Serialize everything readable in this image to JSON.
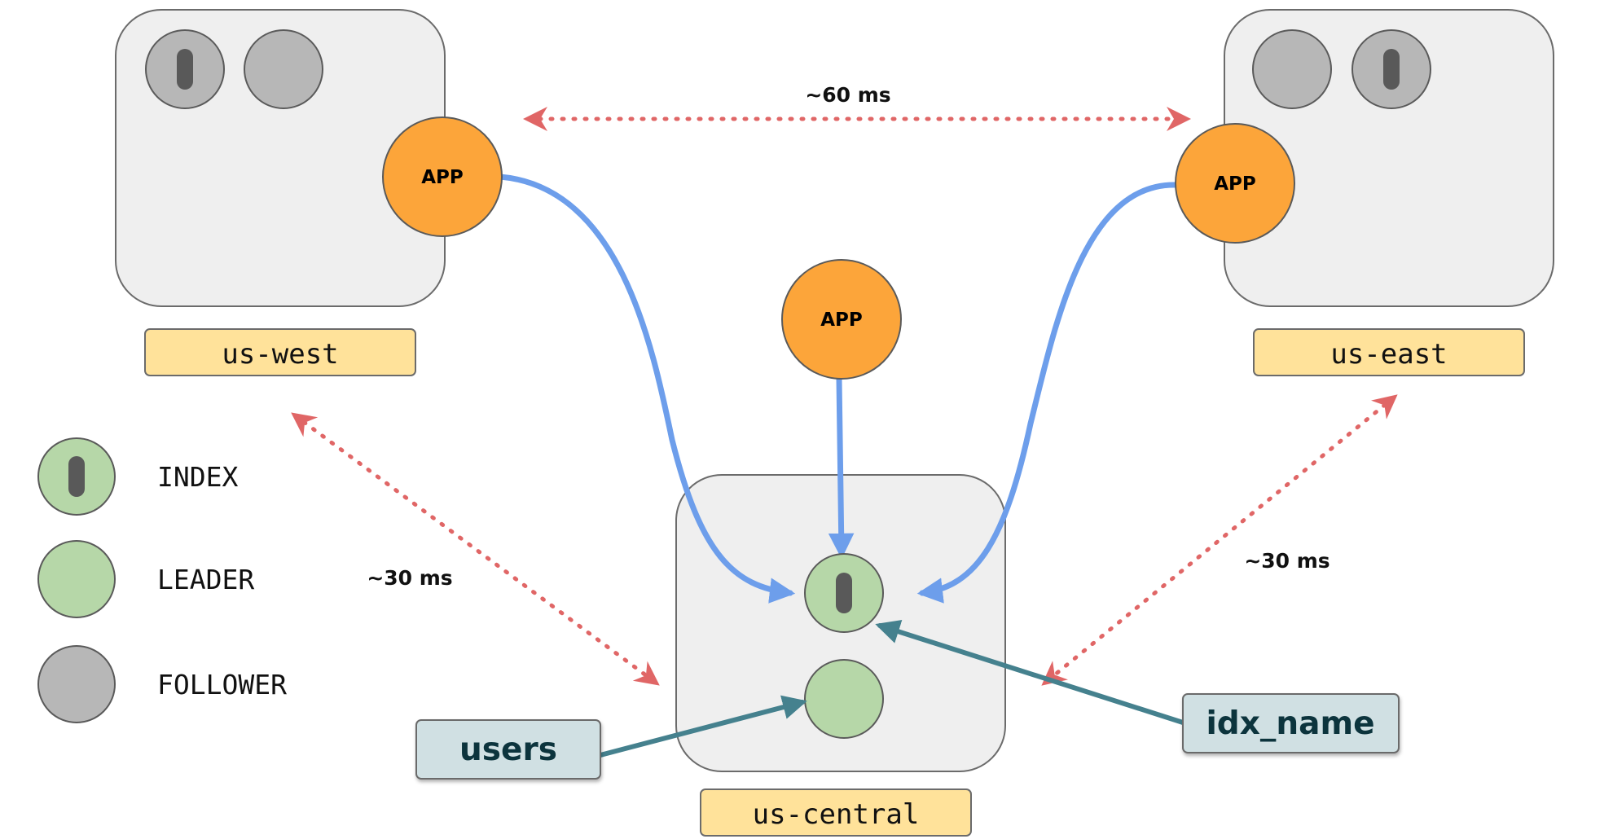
{
  "regions": [
    {
      "id": "us-west",
      "label": "us-west"
    },
    {
      "id": "us-east",
      "label": "us-east"
    },
    {
      "id": "us-central",
      "label": "us-central"
    }
  ],
  "apps": [
    {
      "region": "us-west",
      "label": "APP"
    },
    {
      "region": "us-east",
      "label": "APP"
    },
    {
      "region": "us-central",
      "label": "APP"
    }
  ],
  "latencies": {
    "west_east": "~60 ms",
    "west_central": "~30 ms",
    "east_central": "~30 ms"
  },
  "legend": [
    {
      "kind": "index",
      "label": "INDEX"
    },
    {
      "kind": "leader",
      "label": "LEADER"
    },
    {
      "kind": "follower",
      "label": "FOLLOWER"
    }
  ],
  "callouts": {
    "users": "users",
    "idx_name": "idx_name"
  },
  "colors": {
    "region_fill": "#efefef",
    "region_stroke": "#6b6b6b",
    "label_fill": "#ffe29a",
    "app_fill": "#fca53a",
    "leader_fill": "#b6d7a8",
    "follower_fill": "#b7b7b7",
    "index_bar": "#595959",
    "request_arrow": "#6d9eeb",
    "latency_arrow": "#e06666",
    "callout_fill": "#d0e0e3",
    "callout_arrow": "#45818e"
  }
}
